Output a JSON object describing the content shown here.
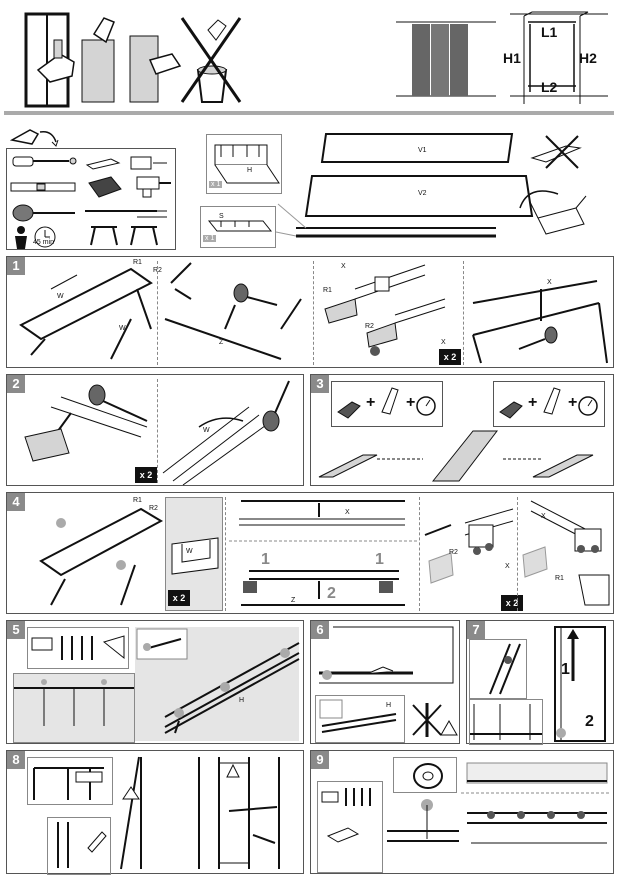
{
  "header": {
    "dims": {
      "L1": "L1",
      "L2": "L2",
      "H1": "H1",
      "H2": "H2"
    }
  },
  "tools": {
    "time_label": "45 min",
    "qty_h": "x 1",
    "qty_s": "x 1",
    "profile_h": "H",
    "profile_s": "S",
    "frame_v1": "V1",
    "frame_v2": "V2"
  },
  "steps": [
    {
      "num": "1",
      "labels": {
        "w": "W",
        "z": "Z",
        "x": "X",
        "r1": "R1",
        "r2": "R2",
        "r2b": "R2"
      },
      "qty": "x 2"
    },
    {
      "num": "2",
      "labels": {
        "w": "W"
      },
      "qty": "x 2"
    },
    {
      "num": "3",
      "symbols": {
        "plus": "+"
      }
    },
    {
      "num": "4",
      "labels": {
        "w": "W",
        "x": "X",
        "z": "Z",
        "r1": "R1",
        "r2": "R2",
        "one": "1",
        "two": "2"
      },
      "qty": "x 2"
    },
    {
      "num": "5",
      "labels": {
        "h": "H"
      }
    },
    {
      "num": "6",
      "labels": {
        "h": "H"
      }
    },
    {
      "num": "7",
      "labels": {
        "one": "1",
        "two": "2"
      }
    },
    {
      "num": "8"
    },
    {
      "num": "9"
    }
  ]
}
